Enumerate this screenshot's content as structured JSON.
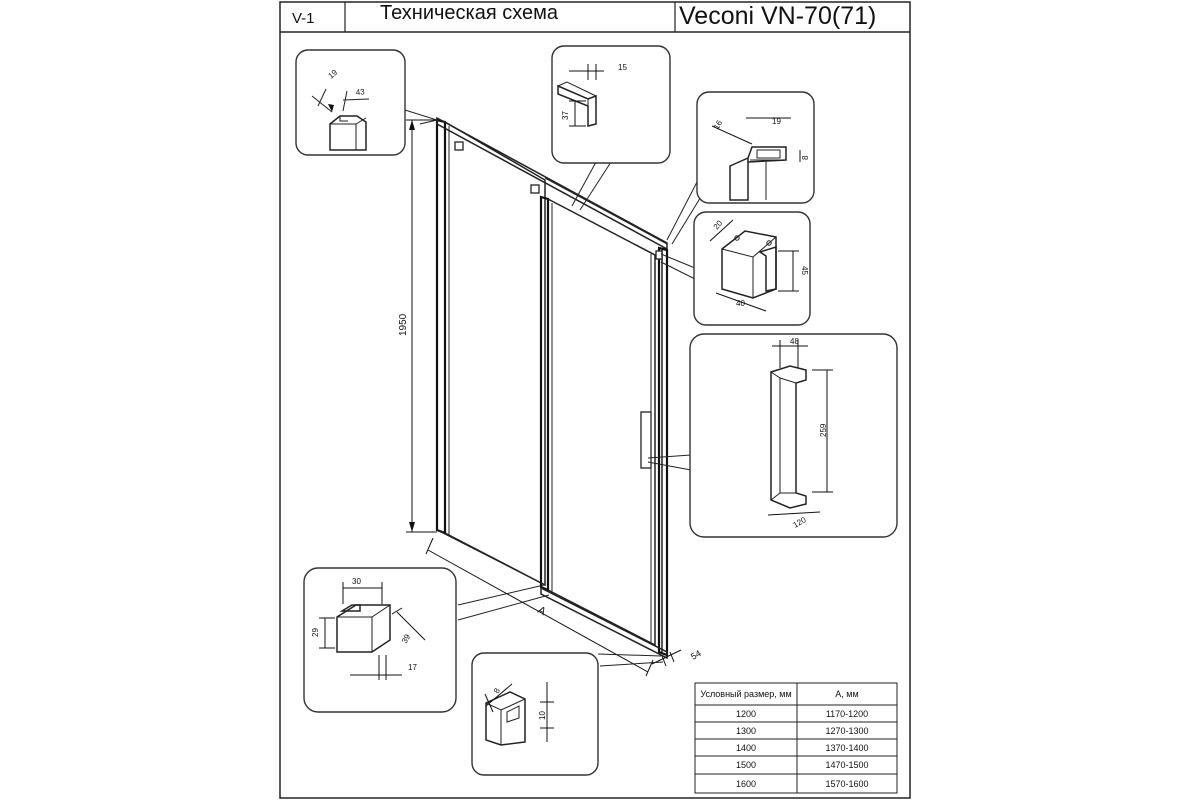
{
  "header": {
    "code": "V-1",
    "title": "Техническая схема",
    "model": "Veconi VN-70(71)"
  },
  "main_drawing": {
    "height_label": "1950",
    "width_label": "A",
    "depth_label": "54"
  },
  "details": {
    "top_left": {
      "dim1": "19",
      "dim2": "43"
    },
    "top_middle": {
      "dim1": "15",
      "dim2": "37"
    },
    "top_right": {
      "dim1": "16",
      "dim2": "19",
      "dim3": "8"
    },
    "bracket": {
      "dim1": "20",
      "dim2": "45",
      "dim3": "40"
    },
    "handle": {
      "dim1": "48",
      "dim2": "259",
      "dim3": "120"
    },
    "hinge": {
      "dim1": "30",
      "dim2": "29",
      "dim3": "39",
      "dim4": "17"
    },
    "bottom": {
      "dim1": "8",
      "dim2": "10"
    }
  },
  "size_table": {
    "headers": [
      "Условный размер, мм",
      "A, мм"
    ],
    "rows": [
      [
        "1200",
        "1170-1200"
      ],
      [
        "1300",
        "1270-1300"
      ],
      [
        "1400",
        "1370-1400"
      ],
      [
        "1500",
        "1470-1500"
      ],
      [
        "1600",
        "1570-1600"
      ]
    ]
  }
}
